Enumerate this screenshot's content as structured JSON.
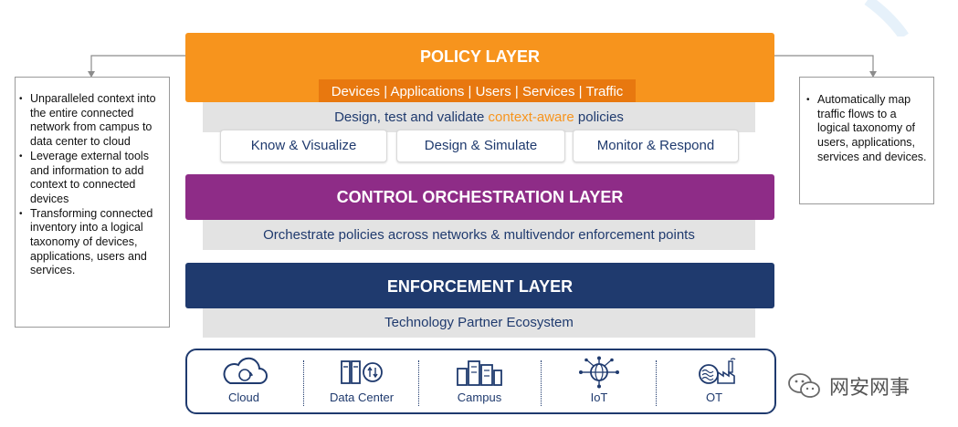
{
  "policy_layer": {
    "title": "POLICY LAYER",
    "tag_bar": "Devices | Applications | Users | Services | Traffic",
    "design_line_prefix": "Design, test and validate ",
    "design_line_highlight": "context-aware",
    "design_line_suffix": " policies",
    "pills": [
      "Know & Visualize",
      "Design & Simulate",
      "Monitor & Respond"
    ],
    "color": "#f7941d",
    "tag_color": "#e8780f"
  },
  "control_layer": {
    "title": "CONTROL ORCHESTRATION LAYER",
    "subtitle": "Orchestrate policies across networks & multivendor enforcement points",
    "color": "#8e2c87"
  },
  "enforcement_layer": {
    "title": "ENFORCEMENT LAYER",
    "subtitle": "Technology Partner Ecosystem",
    "color": "#1f3a6e"
  },
  "left_box": {
    "bullets": [
      "Unparalleled context into the entire connected network from campus to data center to cloud",
      "Leverage external tools and information to add context to connected devices",
      "Transforming connected inventory into a logical taxonomy of devices, applications, users and services."
    ]
  },
  "right_box": {
    "bullets": [
      "Automatically map traffic flows to a logical taxonomy of users, applications, services and devices."
    ]
  },
  "infrastructure": {
    "items": [
      {
        "label": "Cloud",
        "icon": "cloud-icon"
      },
      {
        "label": "Data Center",
        "icon": "data-center-icon"
      },
      {
        "label": "Campus",
        "icon": "campus-icon"
      },
      {
        "label": "IoT",
        "icon": "iot-icon"
      },
      {
        "label": "OT",
        "icon": "ot-icon"
      }
    ]
  },
  "watermark": {
    "text": "网安网事"
  }
}
